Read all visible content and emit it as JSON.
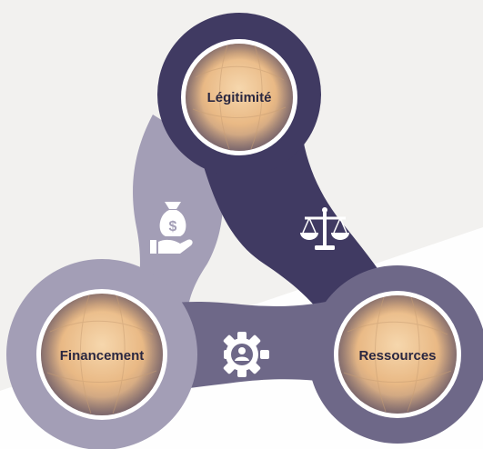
{
  "diagram": {
    "nodes": [
      {
        "id": "legitimite",
        "label": "Légitimité"
      },
      {
        "id": "financement",
        "label": "Financement"
      },
      {
        "id": "ressources",
        "label": "Ressources"
      }
    ],
    "connectors": [
      {
        "from": "legitimite",
        "to": "ressources",
        "icon": "scales-icon",
        "color": "#403a62"
      },
      {
        "from": "financement",
        "to": "legitimite",
        "icon": "money-bag-hand-icon",
        "color": "#a39eb6"
      },
      {
        "from": "financement",
        "to": "ressources",
        "icon": "gear-person-icon",
        "color": "#6e6888"
      }
    ],
    "colors": {
      "background": "#f2f1ef",
      "dark": "#403a62",
      "medium": "#6e6888",
      "light": "#a39eb6",
      "ring": "#ffffff",
      "sphere": "#edbe8a"
    }
  }
}
